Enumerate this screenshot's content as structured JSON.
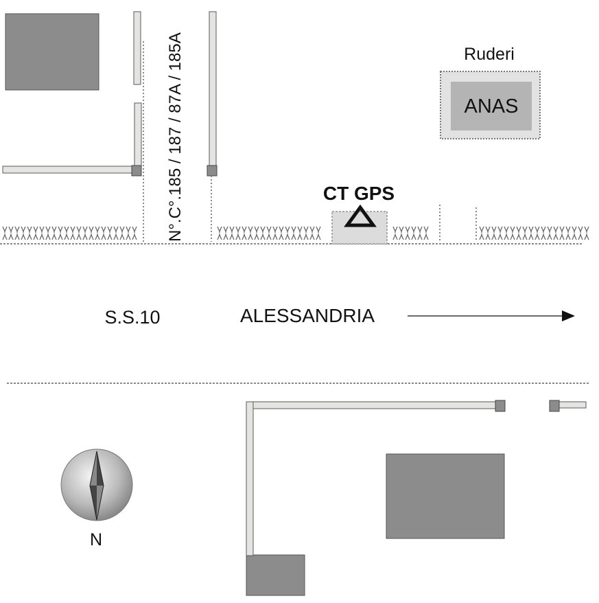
{
  "labels": {
    "ruins": "Ruderi",
    "anas": "ANAS",
    "station": "CT GPS",
    "house_numbers": "N°.C°.185 / 187 / 87A / 185A",
    "road": "S.S.10",
    "direction": "ALESSANDRIA",
    "north": "N"
  },
  "colors": {
    "building": "#8c8c8c",
    "wall": "#e4e4e2",
    "wall_border": "#5a5a5a",
    "anas_outer": "#e2e2e2",
    "anas_inner": "#b4b4b4",
    "station_area": "#dcdcdc",
    "road_edge": "#888888",
    "vegetation": "#666666"
  },
  "icons": {
    "station_marker": "triangle-outline-icon",
    "compass": "compass-rose-icon",
    "arrow": "arrow-right-icon"
  }
}
